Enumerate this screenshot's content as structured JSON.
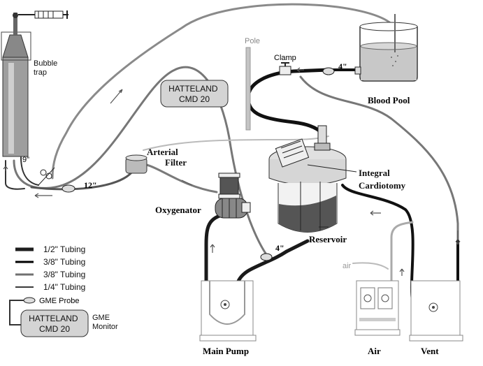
{
  "labels": {
    "bubble_trap": [
      "Bubble",
      "trap"
    ],
    "pole": "Pole",
    "clamp": "Clamp",
    "blood_pool": "Blood Pool",
    "hatteland_top": [
      "HATTELAND",
      "CMD 20"
    ],
    "arterial_filter": [
      "Arterial",
      "Filter"
    ],
    "integral_cardiotomy": [
      "Integral",
      "Cardiotomy"
    ],
    "oxygenator": "Oxygenator",
    "reservoir": "Reservoir",
    "air_small": "air",
    "main_pump": "Main Pump",
    "air_pump": "Air",
    "vent_pump": "Vent",
    "len_9": "9\"",
    "len_12": "12\"",
    "len_4_top": "4\"",
    "len_4_mid": "4\""
  },
  "legend": {
    "items": [
      {
        "label": "1/2\"  Tubing",
        "color": "#1e1e1e"
      },
      {
        "label": "3/8\"  Tubing",
        "color": "#000000"
      },
      {
        "label": "3/8\"  Tubing",
        "color": "#707070"
      },
      {
        "label": "1/4\"  Tubing",
        "color": "#3a3a3a"
      }
    ],
    "gme_probe": "GME Probe",
    "monitor_box": [
      "HATTELAND",
      "CMD 20"
    ],
    "gme_monitor": [
      "GME",
      "Monitor"
    ]
  },
  "colors": {
    "dark_tube": "#1a1a1a",
    "gray_tube": "#7a7a7a",
    "light_tube": "#b8b8b8",
    "fluid": "#555555",
    "blood": "#c9c9c9"
  }
}
